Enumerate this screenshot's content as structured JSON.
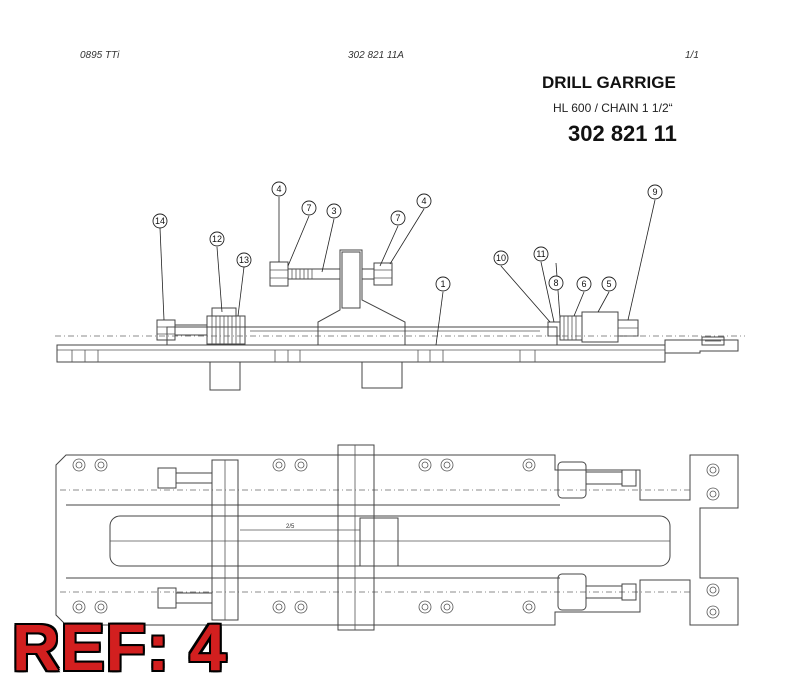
{
  "header": {
    "left": "0895 TTi",
    "center": "302 821 11A",
    "right": "1/1"
  },
  "title": "DRILL GARRIGE",
  "subtitle": "HL 600 / CHAIN 1 1/2“",
  "part_number": "302 821 11",
  "callouts": [
    "14",
    "12",
    "13",
    "4",
    "7",
    "3",
    "7",
    "4",
    "1",
    "10",
    "11",
    "8",
    "6",
    "5",
    "9"
  ],
  "dimension_label": "2/5",
  "ref_label": "REF: 4"
}
